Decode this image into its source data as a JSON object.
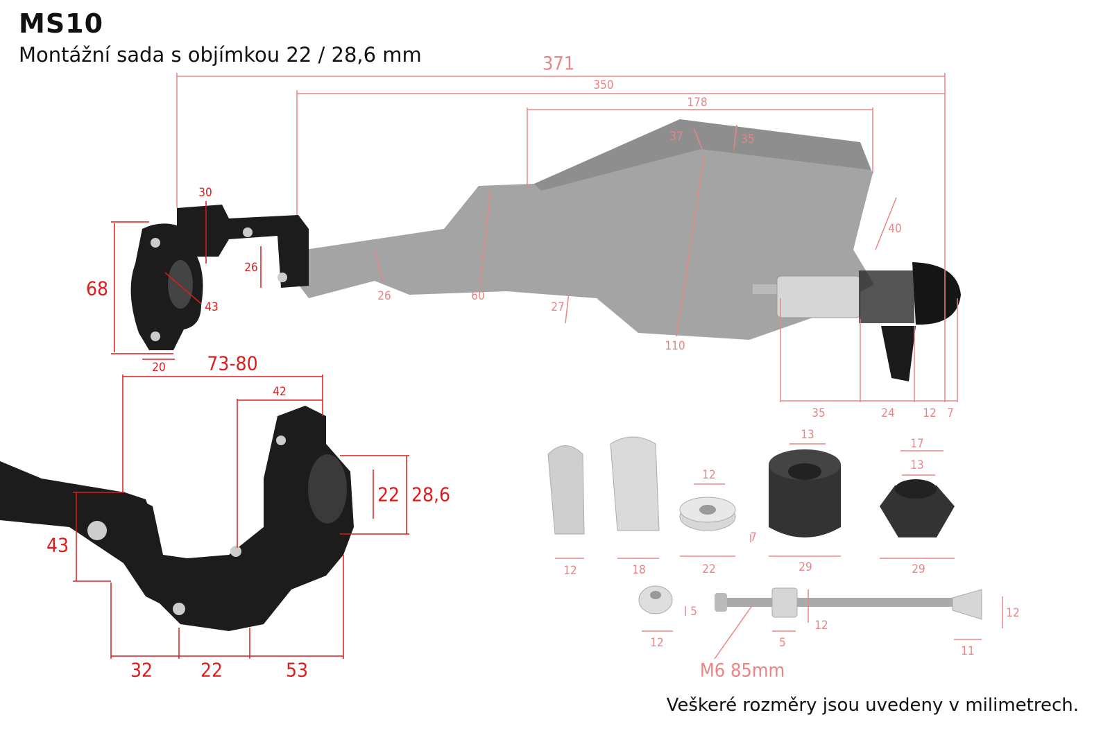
{
  "header": {
    "title": "MS10",
    "subtitle": "Montážní sada s objímkou 22 / 28,6 mm"
  },
  "footer": {
    "note": "Veškeré rozměry jsou uvedeny v milimetrech."
  },
  "colors": {
    "dimension_strong": "#e01b1b",
    "dimension_faded": "#e88585",
    "part_black": "#1c1c1c",
    "handguard_gray": "#8c8c8c",
    "aluminium": "#cfcfcf"
  },
  "handguard": {
    "overall": "371",
    "length": "350",
    "top": "178",
    "d37": "37",
    "d35": "35",
    "d40": "40",
    "d26": "26",
    "d60": "60",
    "d27": "27",
    "d110": "110",
    "e35": "35",
    "e24": "24",
    "e12": "12",
    "e7": "7"
  },
  "clamp_side": {
    "d30": "30",
    "d68": "68",
    "d26": "26",
    "d43": "43",
    "d20": "20"
  },
  "clamp_front": {
    "span": "73-80",
    "d42": "42",
    "d22": "22",
    "d28": "28,6",
    "d43": "43",
    "d32": "32",
    "d22b": "22",
    "d53": "53"
  },
  "parts": {
    "insert1_w": "12",
    "insert2_w": "18",
    "spacer_d": "12",
    "spacer_h": "7",
    "spacer_w": "22",
    "weight_in": "13",
    "weight_w": "29",
    "cone_top": "17",
    "cone_in": "13",
    "cone_w": "29",
    "washer_h": "5",
    "washer_w": "12",
    "bushing_d": "12",
    "bushing_w": "5",
    "nut_d": "12",
    "nut_w": "11",
    "screw": "M6 85mm"
  }
}
